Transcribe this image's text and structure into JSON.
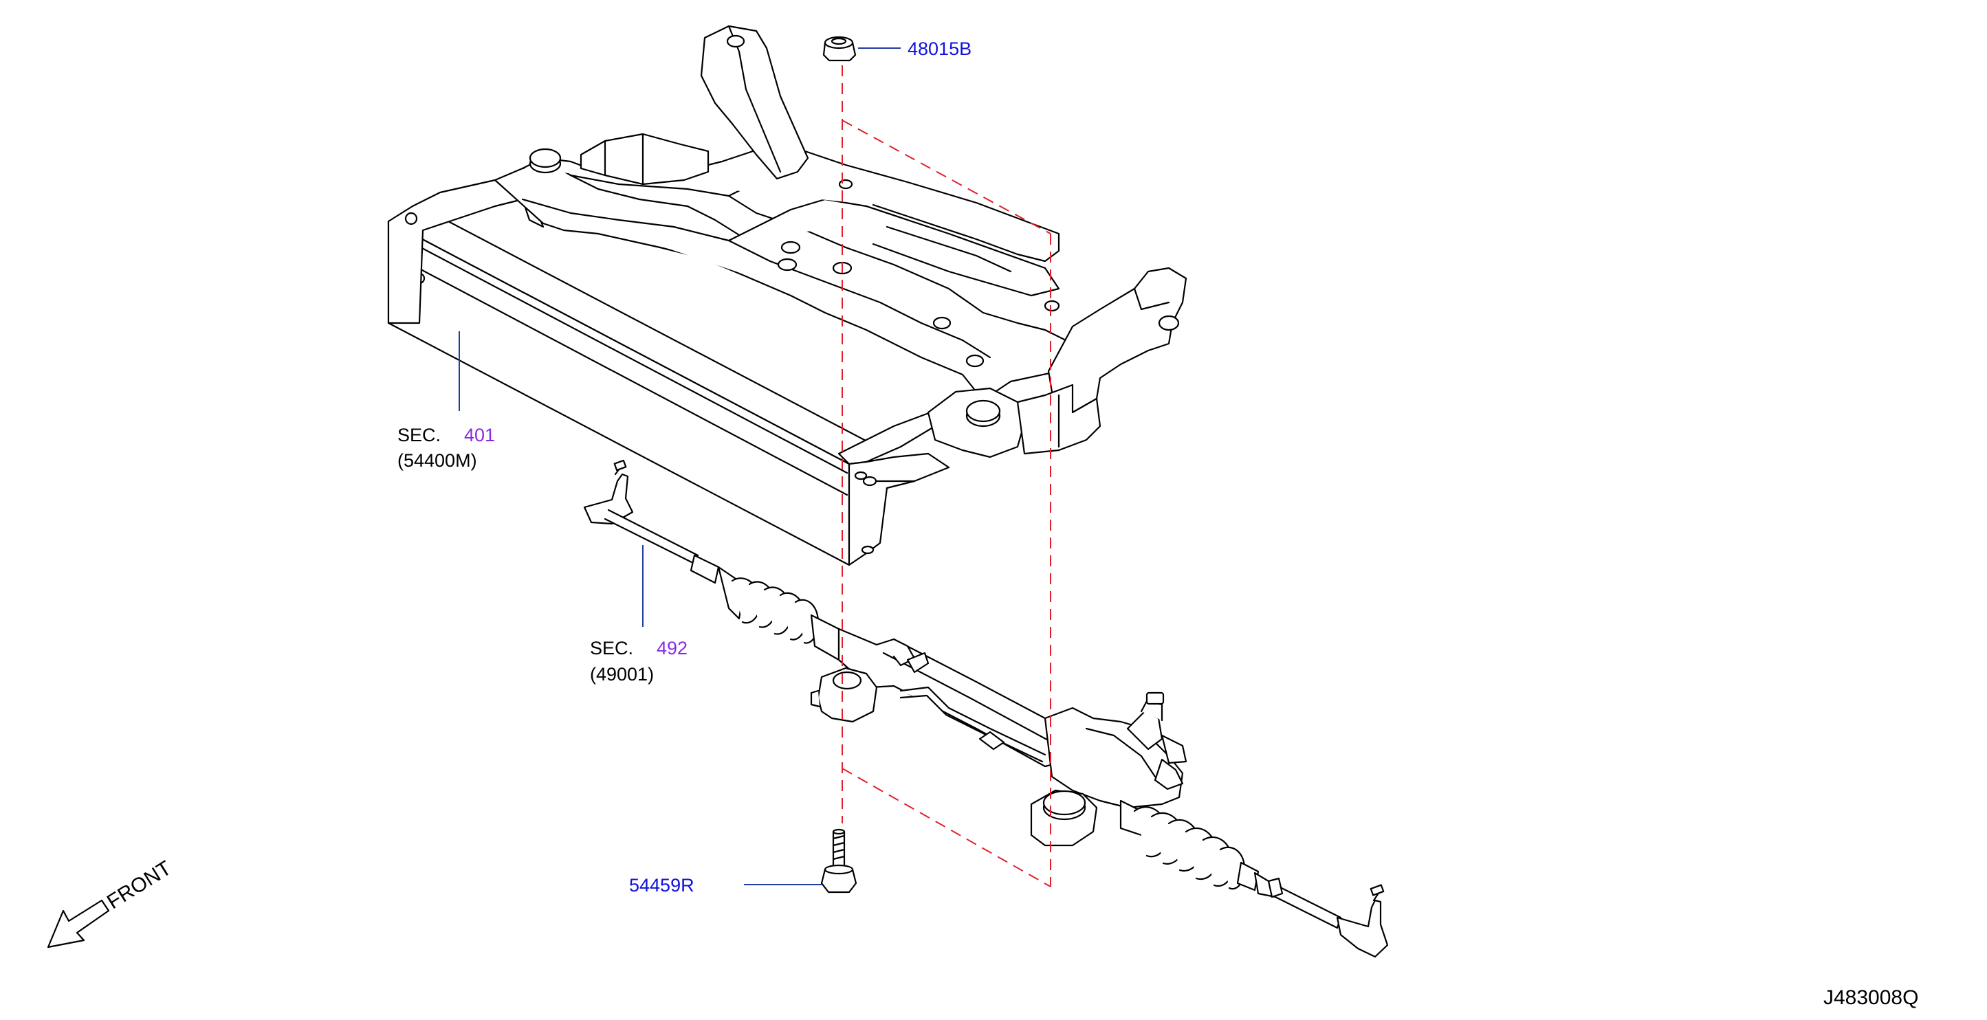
{
  "labels": {
    "part_48015b": "48015B",
    "sec401_prefix": "SEC.",
    "sec401_num": "401",
    "sec401_part": "(54400M)",
    "sec492_prefix": "SEC.",
    "sec492_num": "492",
    "sec492_part": "(49001)",
    "part_54459r": "54459R",
    "front": "FRONT",
    "diagram_id": "J483008Q"
  },
  "colors": {
    "callout_line": "#1f3fa0",
    "dashed_line": "#e0202a",
    "part_number": "#1010e0",
    "section_number": "#8a2be2",
    "outline": "#000000"
  },
  "icons": {
    "front_arrow": "arrow-down-left-icon"
  }
}
